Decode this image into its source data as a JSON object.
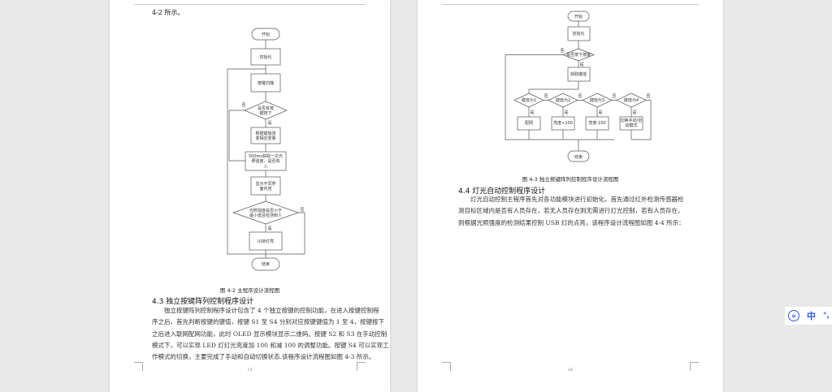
{
  "page1": {
    "top_text": "4-2 所示。",
    "flow": {
      "start": "开始",
      "init": "初始化",
      "scan": "按键扫描",
      "q1": [
        "是否有按",
        "键按下"
      ],
      "set": [
        "根据键值改",
        "变相应变量"
      ],
      "sample": [
        "500ms获取一次光",
        "照强度、是否有",
        "人"
      ],
      "show": [
        "显示不同界",
        "面内容"
      ],
      "q2": [
        "光照强度是否小于",
        "最小值且检测到人"
      ],
      "usb": "USB灯亮",
      "end": "结束",
      "yes": "是",
      "no": "否"
    },
    "caption": "图 4-2  主程序设计流程图",
    "heading": "4.3  独立按键阵列控制程序设计",
    "paragraph": [
      "独立按键阵列控制程序设计包含了 4 个独立按键的控制功能，在进入按键控制程",
      "序之后，首先判断按键的键值，按键 S1 至 S4 分别对应按键键值为 1 至 4，按键按下",
      "之后进入联网配网功能，此时 OLED 显示模块显示二维码。按键 S2 和 S3 在手动控制",
      "模式下，可以实现 LED 灯灯光亮度加 100 和减 100 的调整功能。按键 S4 可以实现工",
      "作模式的切换，主要完成了手动和自动切换状态.该程序设计流程图如图 4-3 所示。"
    ],
    "page_number": "15"
  },
  "page2": {
    "flow": {
      "start": "开始",
      "init": "初始化",
      "q": "是否按下按键",
      "get": "获取键值",
      "keys": [
        "键值为1",
        "键值为2",
        "键值为3",
        "键值为4"
      ],
      "actions": [
        [
          "配网"
        ],
        [
          "亮度+100"
        ],
        [
          "亮度-100"
        ],
        [
          "切换手动/自",
          "动模式"
        ]
      ],
      "end": "结束",
      "yes": "是",
      "no": "否"
    },
    "caption": "图 4-3  独立按键阵列控制程序设计流程图",
    "heading": "4.4  灯光自动控制程序设计",
    "paragraph": [
      "灯光自动控制主程序首先对各功能模块进行初始化，首先通过红外检测传感器检",
      "测目标区域内是否有人员存在，若无人员存在则无需进行灯光控制，若有人员存在，",
      "则根据光照强度的检测结果控制 USB 灯的点亮，该程序设计流程图如图 4-4 所示："
    ],
    "page_number": "16"
  },
  "ime_toolbar": {
    "lang": "中",
    "icons": [
      "assistant-icon",
      "punctuation-icon"
    ]
  }
}
